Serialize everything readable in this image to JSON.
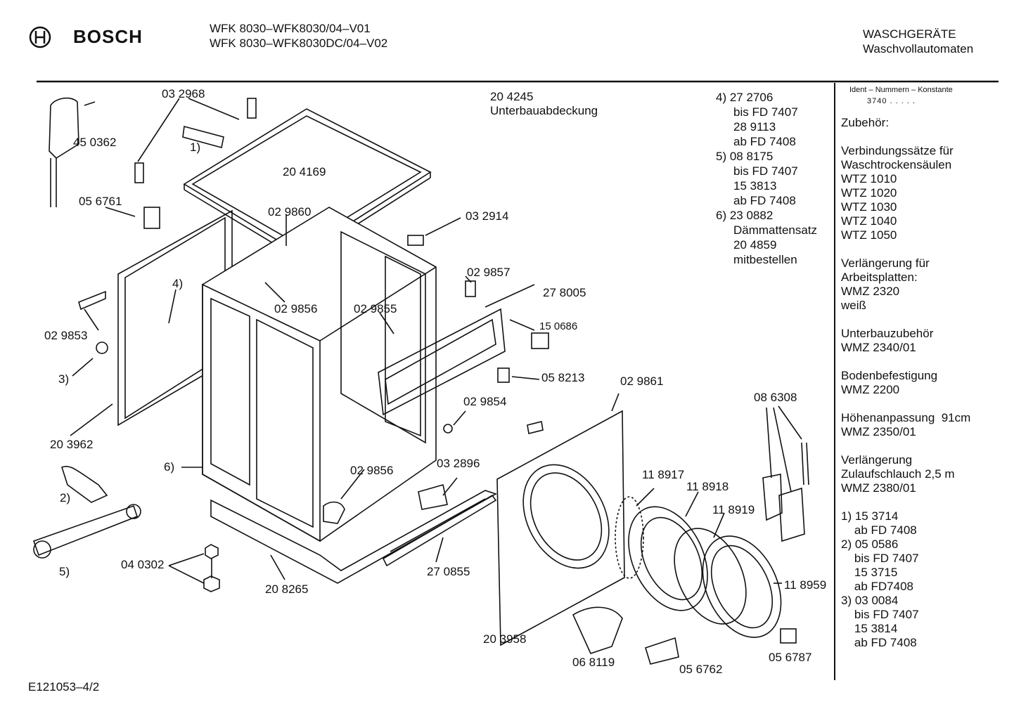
{
  "header": {
    "brand": "BOSCH",
    "model_lines": [
      "WFK 8030–WFK8030/04–V01",
      "WFK 8030–WFK8030DC/04–V02"
    ],
    "category_lines": [
      "WASCHGERÄTE",
      "Waschvollautomaten"
    ]
  },
  "top_note": {
    "part": "20 4245",
    "name": "Unterbauabdeckung"
  },
  "variant_notes": [
    "4) 27 2706",
    "bis FD 7407",
    "28 9113",
    "ab FD 7408",
    "5) 08 8175",
    "bis FD 7407",
    "15 3813",
    "ab FD 7408",
    "6) 23 0882",
    "Dämmattensatz",
    "20 4859",
    "mitbestellen"
  ],
  "sidebar": {
    "ident_header": "Ident – Nummern – Konstante",
    "ident_value": "3740 . . . . .",
    "lines": [
      "Zubehör:",
      "",
      "Verbindungssätze für",
      "Waschtrockensäulen",
      "WTZ 1010",
      "WTZ 1020",
      "WTZ 1030",
      "WTZ 1040",
      "WTZ 1050",
      "",
      "Verlängerung für",
      "Arbeitsplatten:",
      "WMZ 2320",
      "weiß",
      "",
      "Unterbauzubehör",
      "WMZ 2340/01",
      "",
      "Bodenbefestigung",
      "WMZ 2200",
      "",
      "Höhenanpassung  91cm",
      "WMZ 2350/01",
      "",
      "Verlängerung",
      "Zulaufschlauch 2,5 m",
      "WMZ 2380/01",
      "",
      "1) 15 3714",
      "    ab FD 7408",
      "2) 05 0586",
      "    bis FD 7407",
      "    15 3715",
      "    ab FD7408",
      "3) 03 0084",
      "    bis FD 7407",
      "    15 3814",
      "    ab FD 7408"
    ]
  },
  "part_labels": {
    "p032968": "03 2968",
    "p450362": "45 0362",
    "p1": "1)",
    "p204169": "20 4169",
    "p056761": "05 6761",
    "p029860": "02 9860",
    "p032914": "03 2914",
    "p029857": "02 9857",
    "p4": "4)",
    "p278005": "27 8005",
    "p029856a": "02 9856",
    "p029855": "02 9855",
    "p150686": "15 0686",
    "p029853": "02 9853",
    "p3": "3)",
    "p058213": "05 8213",
    "p029861": "02 9861",
    "p029854": "02 9854",
    "p086308": "08 6308",
    "p203962": "20 3962",
    "p6": "6)",
    "p029856b": "02 9856",
    "p032896": "03 2896",
    "p118917": "11 8917",
    "p118918": "11 8918",
    "p118919": "11 8919",
    "p2": "2)",
    "p040302": "04 0302",
    "p5": "5)",
    "p208265": "20 8265",
    "p270855": "27 0855",
    "p118959": "11 8959",
    "p203958": "20 3958",
    "p068119": "06 8119",
    "p056762": "05 6762",
    "p056787": "05 6787"
  },
  "footer": {
    "code": "E121053–4/2"
  }
}
